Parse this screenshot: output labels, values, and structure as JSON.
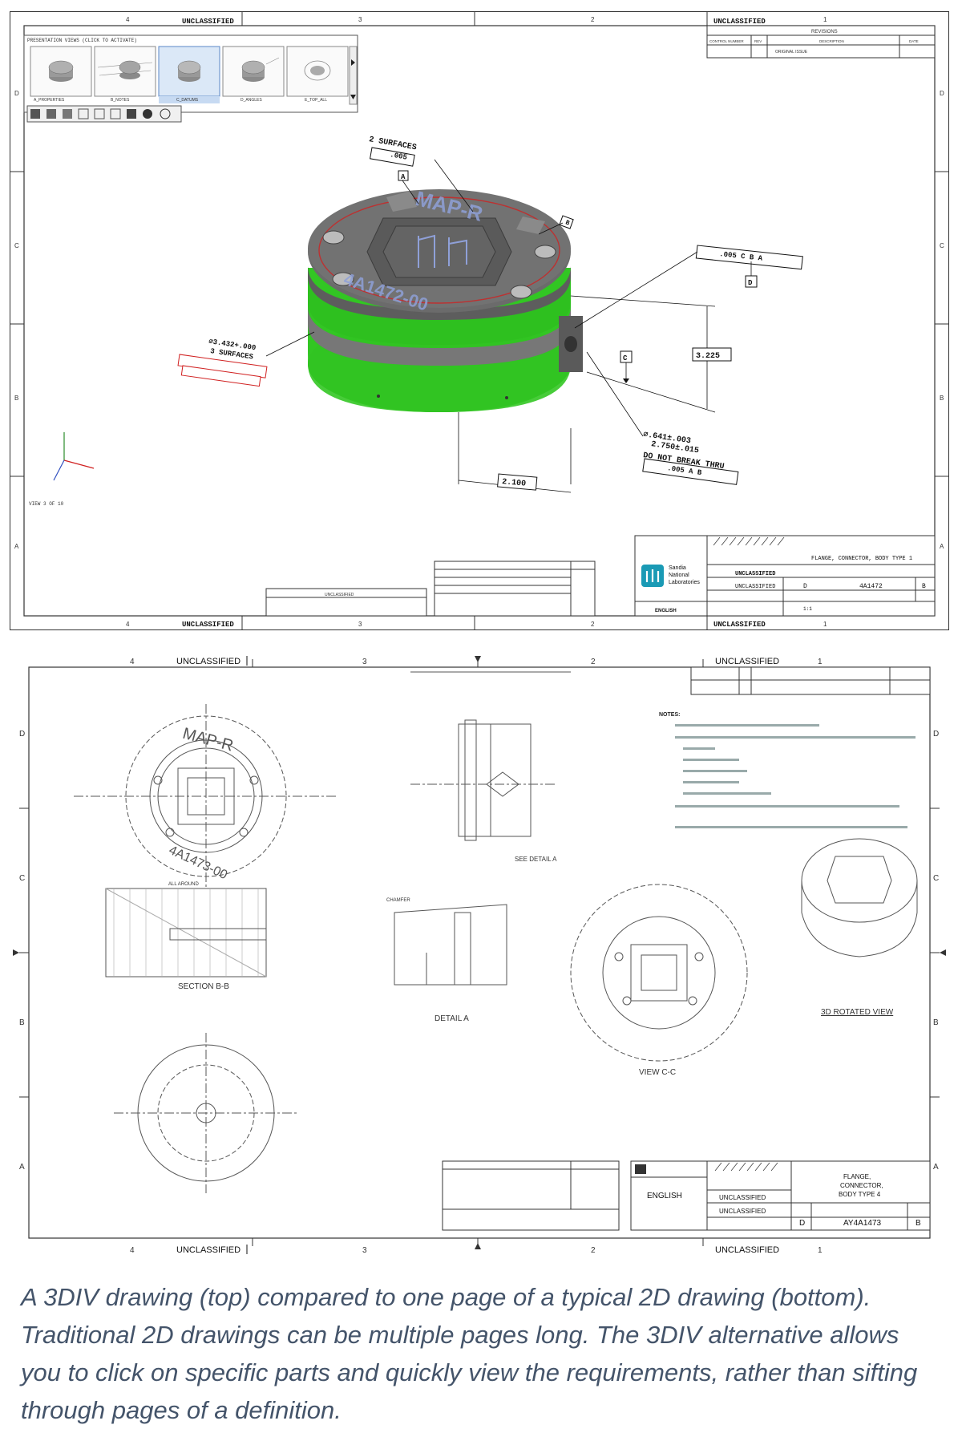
{
  "top_drawing": {
    "classification_top_left": "UNCLASSIFIED",
    "classification_top_right": "UNCLASSIFIED",
    "classification_bottom_left": "UNCLASSIFIED",
    "classification_bottom_right": "UNCLASSIFIED",
    "zone_cols": [
      "4",
      "3",
      "2",
      "1"
    ],
    "zone_rows": [
      "D",
      "C",
      "B",
      "A"
    ],
    "presentation_views_label": "PRESENTATION VIEWS (CLICK TO ACTIVATE)",
    "views": [
      {
        "label": "A_PROPERTIES"
      },
      {
        "label": "B_NOTES"
      },
      {
        "label": "C_DATUMS"
      },
      {
        "label": "D_ANGLES"
      },
      {
        "label": "E_TOP_ALL"
      }
    ],
    "view_counter": "VIEW 3 OF 10",
    "part_text_top": "MAP-R",
    "part_text_bottom": "4A1472-00",
    "callouts": {
      "surfaces": "2 SURFACES",
      "surfaces_tol": ".005",
      "datum_a": "A",
      "datum_b": "B",
      "datum_c": "C",
      "datum_d": "D",
      "position_fcf": ".005 C B A",
      "dim_3225": "3.225",
      "dim_2100": "2.100",
      "hole_1": "⌀.641±.003",
      "hole_2": "2.750±.015",
      "hole_3": "DO NOT BREAK THRU",
      "hole_fcf": ".005 A B",
      "dia_left_1": "⌀3.432+.000",
      "dia_left_2": "3 SURFACES"
    },
    "revisions": {
      "header": "REVISIONS",
      "col_control": "CONTROL NUMBER",
      "col_rev": "REV",
      "col_desc": "DESCRIPTION",
      "col_date": "DATE",
      "row_desc": "ORIGINAL ISSUE"
    },
    "title_block": {
      "org_line1": "Sandia",
      "org_line2": "National",
      "org_line3": "Laboratories",
      "title": "FLANGE, CONNECTOR, BODY TYPE 1",
      "class_label": "UNCLASSIFIED",
      "drawing_class": "UNCLASSIFIED",
      "size": "D",
      "number": "4A1472",
      "rev": "B",
      "units": "ENGLISH",
      "scale": "1:1"
    }
  },
  "bottom_drawing": {
    "classification_top_left": "UNCLASSIFIED",
    "classification_top_right": "UNCLASSIFIED",
    "classification_bottom_left": "UNCLASSIFIED",
    "classification_bottom_right": "UNCLASSIFIED",
    "zone_cols": [
      "4",
      "3",
      "2",
      "1"
    ],
    "zone_rows": [
      "D",
      "C",
      "B",
      "A"
    ],
    "notes_header": "NOTES:",
    "part_text_top": "MAP-R",
    "part_text_bottom": "4A1473-00",
    "section_bb": "SECTION B-B",
    "section_detail_a": "SEE DETAIL A",
    "detail_a": "DETAIL A",
    "view_cc": "VIEW C-C",
    "rotated_view": "3D ROTATED VIEW",
    "chamfer": "CHAMFER",
    "all_around": "ALL AROUND",
    "title_block": {
      "title_line1": "FLANGE,",
      "title_line2": "CONNECTOR,",
      "title_line3": "BODY TYPE 4",
      "class_1": "UNCLASSIFIED",
      "class_2": "UNCLASSIFIED",
      "size": "D",
      "number": "AY4A1473",
      "rev": "B",
      "units": "ENGLISH"
    }
  },
  "caption": "A 3DIV drawing (top) compared to one page of a typical 2D drawing (bottom). Traditional 2D drawings can be multiple pages long. The 3DIV alternative allows you to click on specific parts and quickly view the requirements, rather than sifting through pages of a definition.",
  "colors": {
    "part_green": "#2ec01f",
    "part_gray": "#6b6b6b",
    "annotation_red": "#d02020",
    "sheet_line": "#333333",
    "caption_blue": "#44546A"
  }
}
